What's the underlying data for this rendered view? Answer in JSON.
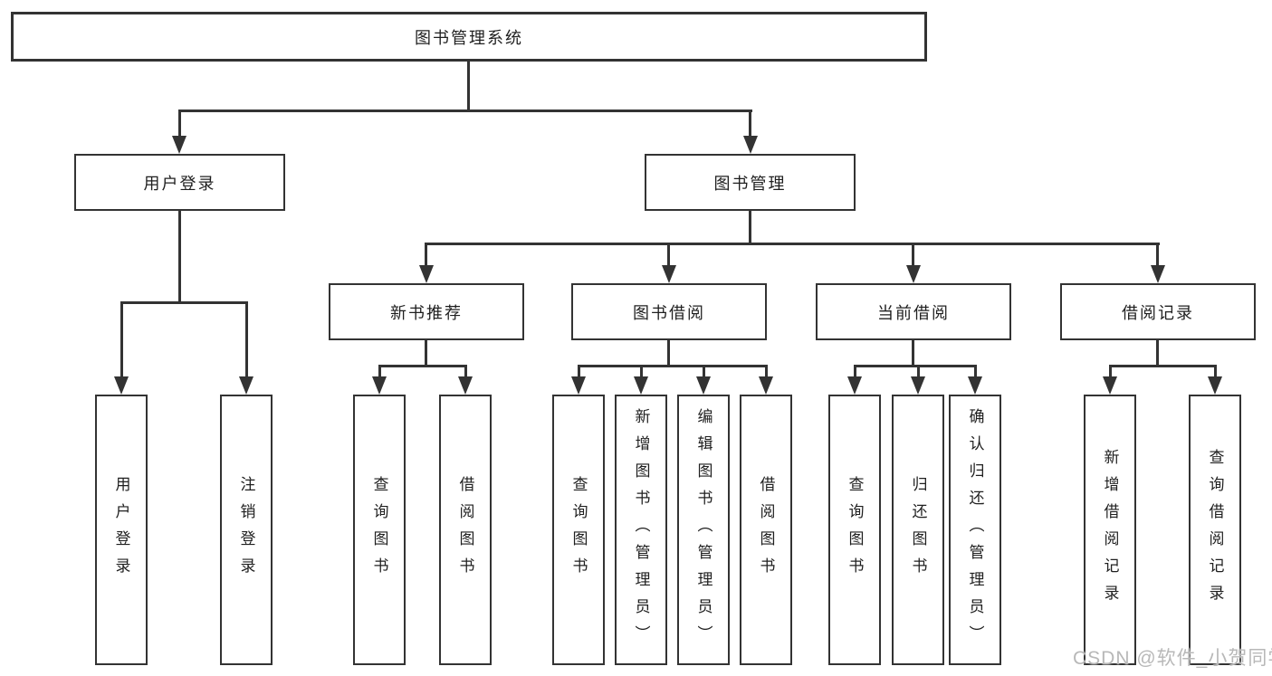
{
  "diagram": {
    "type": "tree",
    "root": {
      "label": "图书管理系统",
      "children": [
        {
          "label": "用户登录",
          "children": [
            {
              "label": "用户登录"
            },
            {
              "label": "注销登录"
            }
          ]
        },
        {
          "label": "图书管理",
          "children": [
            {
              "label": "新书推荐",
              "children": [
                {
                  "label": "查询图书"
                },
                {
                  "label": "借阅图书"
                }
              ]
            },
            {
              "label": "图书借阅",
              "children": [
                {
                  "label": "查询图书"
                },
                {
                  "label": "新增图书（管理员）"
                },
                {
                  "label": "编辑图书（管理员）"
                },
                {
                  "label": "借阅图书"
                }
              ]
            },
            {
              "label": "当前借阅",
              "children": [
                {
                  "label": "查询图书"
                },
                {
                  "label": "归还图书"
                },
                {
                  "label": "确认归还（管理员）"
                }
              ]
            },
            {
              "label": "借阅记录",
              "children": [
                {
                  "label": "新增借阅记录"
                },
                {
                  "label": "查询借阅记录"
                }
              ]
            }
          ]
        }
      ]
    }
  },
  "watermark": {
    "text": "CSDN @软件_小贺同学",
    "color": "#b8b8b8"
  },
  "colors": {
    "line": "#333333",
    "text": "#1f1f1f",
    "background": "#ffffff"
  }
}
